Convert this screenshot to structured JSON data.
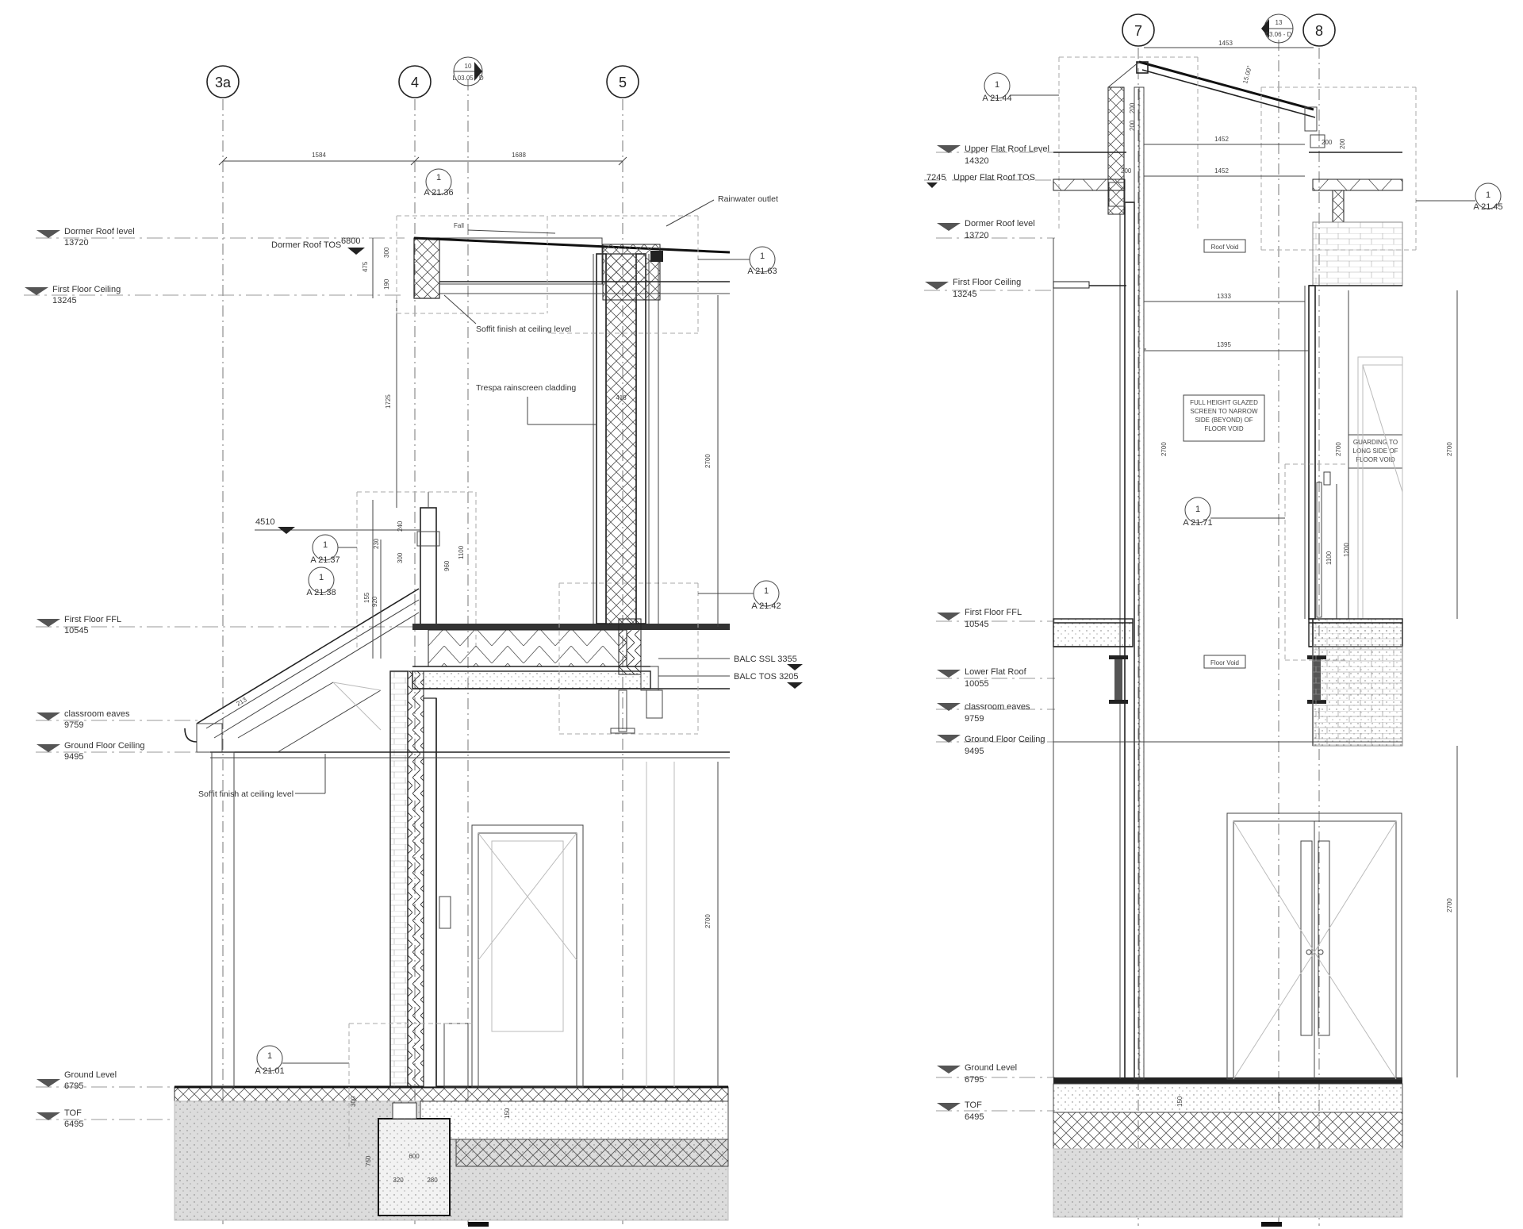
{
  "left_section": {
    "grids": [
      "3a",
      "4",
      "5"
    ],
    "section_marker": {
      "num": "10",
      "ref": "L 03.05 - D"
    },
    "dims": {
      "grid_3a_4": "1584",
      "grid_4_5": "1688",
      "roof_300": "300",
      "roof_475": "475",
      "roof_190": "190",
      "vert_1725": "1725",
      "clad_418": "418",
      "wall_2700": "2700",
      "para_240": "240",
      "para_230": "230",
      "para_300": "300",
      "para_960": "960",
      "para_1100": "1100",
      "para_920": "920",
      "para_155": "155",
      "slope_213": "213",
      "gf_2700": "2700",
      "found_300": "300",
      "found_150": "150",
      "found_750": "750",
      "found_600": "600",
      "found_320": "320",
      "found_280": "280"
    },
    "levels": [
      {
        "name": "Dormer Roof level",
        "value": "13720"
      },
      {
        "name": "First Floor Ceiling",
        "value": "13245"
      },
      {
        "name": "First Floor FFL",
        "value": "10545"
      },
      {
        "name": "classroom eaves",
        "value": "9759"
      },
      {
        "name": "Ground Floor Ceiling",
        "value": "9495"
      },
      {
        "name": "Ground Level",
        "value": "6795"
      },
      {
        "name": "TOF",
        "value": "6495"
      }
    ],
    "callouts": [
      {
        "num": "1",
        "ref": "A 21.36"
      },
      {
        "num": "1",
        "ref": "A 21.63"
      },
      {
        "num": "1",
        "ref": "A 21.37"
      },
      {
        "num": "1",
        "ref": "A 21.38"
      },
      {
        "num": "1",
        "ref": "A 21.42"
      },
      {
        "num": "1",
        "ref": "A 21.01"
      }
    ],
    "notes": {
      "rainwater": "Rainwater outlet",
      "dormer_tos_label": "Dormer Roof TOS",
      "dormer_tos_value": "6800",
      "fall": "Fall",
      "soffit_top": "Soffit finish at ceiling level",
      "trespa": "Trespa rainscreen cladding",
      "level_4510": "4510",
      "balc_ssl": "BALC SSL  3355",
      "balc_tos": "BALC TOS  3205",
      "soffit_bottom": "Soffit finish at ceiling level"
    }
  },
  "right_section": {
    "grids": [
      "7",
      "8"
    ],
    "section_marker": {
      "num": "13",
      "ref": "03.06 - D"
    },
    "dims": {
      "top_1453": "1453",
      "angle": "15.00°",
      "d_200a": "200",
      "d_200b": "200",
      "d_1452a": "1452",
      "d_1452b": "1452",
      "d_200c": "200",
      "d_1333": "1333",
      "d_1395": "1395",
      "d_2700a": "2700",
      "d_2700b": "2700",
      "d_2700c": "2700",
      "d_1100": "1100",
      "d_1200": "1200",
      "d_2700d": "2700",
      "d_150": "150"
    },
    "levels": [
      {
        "name": "Upper Flat Roof Level",
        "value": "14320"
      },
      {
        "name": "Upper Flat Roof TOS",
        "value": "7245"
      },
      {
        "name": "Dormer Roof level",
        "value": "13720"
      },
      {
        "name": "First Floor Ceiling",
        "value": "13245"
      },
      {
        "name": "First Floor FFL",
        "value": "10545"
      },
      {
        "name": "Lower Flat Roof",
        "value": "10055"
      },
      {
        "name": "classroom eaves",
        "value": "9759"
      },
      {
        "name": "Ground Floor Ceiling",
        "value": "9495"
      },
      {
        "name": "Ground Level",
        "value": "6795"
      },
      {
        "name": "TOF",
        "value": "6495"
      }
    ],
    "callouts": [
      {
        "num": "1",
        "ref": "A 21.44"
      },
      {
        "num": "1",
        "ref": "A 21.45"
      },
      {
        "num": "1",
        "ref": "A 21.71"
      }
    ],
    "notes": {
      "roof_void": "Roof Void",
      "floor_void": "Floor Void",
      "glazed_1": "FULL HEIGHT GLAZED",
      "glazed_2": "SCREEN TO NARROW",
      "glazed_3": "SIDE (BEYOND) OF",
      "glazed_4": "FLOOR VOID",
      "guard_1": "GUARDING TO",
      "guard_2": "LONG SIDE OF",
      "guard_3": "FLOOR VOID"
    }
  }
}
